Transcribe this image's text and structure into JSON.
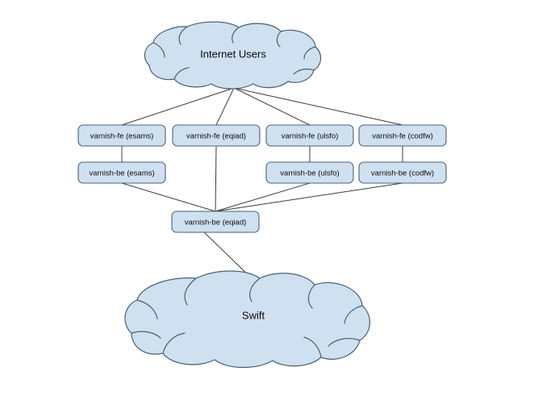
{
  "diagram": {
    "title_visible": false,
    "background_color": "#ffffff",
    "node_fill": "#cfe0f1",
    "node_stroke": "#4a6276",
    "cloud_fill": "#cfe0f1",
    "cloud_stroke": "#4a5f70",
    "edge_color": "#3c3c3c",
    "clouds": [
      {
        "id": "internet-users",
        "label": "Internet Users"
      },
      {
        "id": "swift",
        "label": "Swift"
      }
    ],
    "nodes": [
      {
        "id": "fe-esams",
        "label": "varnish-fe (esams)"
      },
      {
        "id": "fe-eqiad",
        "label": "varnish-fe (eqiad)"
      },
      {
        "id": "fe-ulsfo",
        "label": "varnish-fe (ulsfo)"
      },
      {
        "id": "fe-codfw",
        "label": "varnish-fe (codfw)"
      },
      {
        "id": "be-esams",
        "label": "varnish-be (esams)"
      },
      {
        "id": "be-ulsfo",
        "label": "varnish-be (ulsfo)"
      },
      {
        "id": "be-codfw",
        "label": "varnish-be (codfw)"
      },
      {
        "id": "be-eqiad",
        "label": "varnish-be (eqiad)"
      }
    ],
    "edges": [
      {
        "from": "internet-users",
        "to": "fe-esams"
      },
      {
        "from": "internet-users",
        "to": "fe-eqiad"
      },
      {
        "from": "internet-users",
        "to": "fe-ulsfo"
      },
      {
        "from": "internet-users",
        "to": "fe-codfw"
      },
      {
        "from": "fe-esams",
        "to": "be-esams"
      },
      {
        "from": "fe-ulsfo",
        "to": "be-ulsfo"
      },
      {
        "from": "fe-codfw",
        "to": "be-codfw"
      },
      {
        "from": "fe-eqiad",
        "to": "be-eqiad"
      },
      {
        "from": "be-esams",
        "to": "be-eqiad"
      },
      {
        "from": "be-ulsfo",
        "to": "be-eqiad"
      },
      {
        "from": "be-codfw",
        "to": "be-eqiad"
      },
      {
        "from": "be-eqiad",
        "to": "swift"
      }
    ]
  }
}
